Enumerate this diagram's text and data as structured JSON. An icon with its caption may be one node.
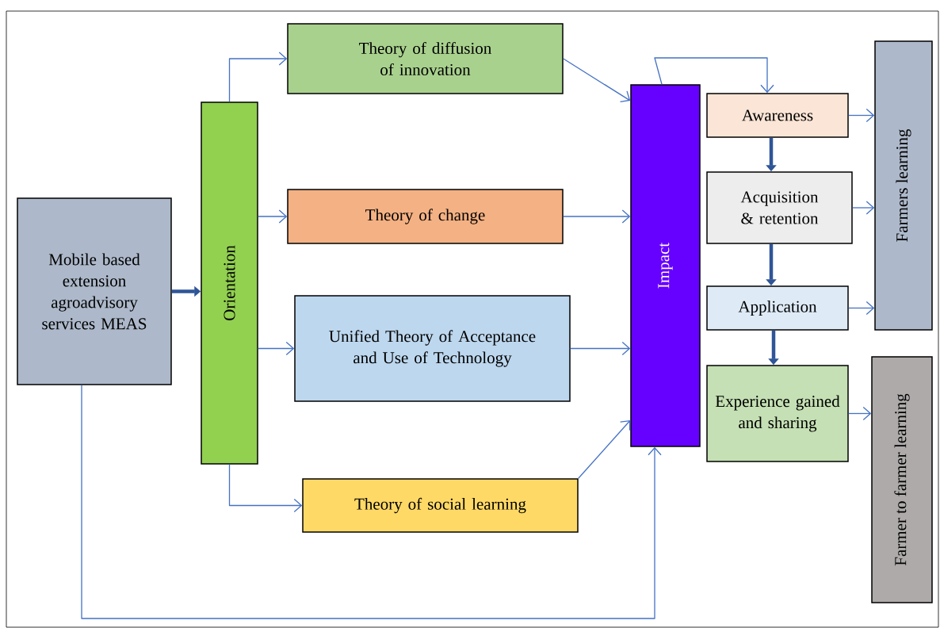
{
  "diagram": {
    "nodes": [
      {
        "text": [
          "Mobile based extension agroadvisory services MEAS"
        ]
      },
      {
        "text": [
          "Orientation"
        ]
      },
      {
        "text": [
          "Theory of diffusion of innovation"
        ]
      },
      {
        "text": [
          "Theory of change"
        ]
      },
      {
        "text": [
          "Unified Theory of Acceptance and Use of Technology"
        ]
      },
      {
        "text": [
          "Theory of social learning"
        ]
      },
      {
        "text": [
          "Impact"
        ]
      },
      {
        "text": [
          "Awareness"
        ]
      },
      {
        "text": [
          "Acquisition & retention"
        ]
      },
      {
        "text": [
          "Application"
        ]
      },
      {
        "text": [
          "Experience gained and sharing"
        ]
      },
      {
        "text": [
          "Farmers learning"
        ]
      },
      {
        "text": [
          "Farmer to farmer learning"
        ]
      }
    ],
    "edges": [
      {
        "from": 0,
        "to": 1,
        "arrow": "to",
        "style": "thick",
        "color": "#2f5597"
      },
      {
        "from": 1,
        "to": 2,
        "arrow": "to"
      },
      {
        "from": 1,
        "to": 3,
        "arrow": "to"
      },
      {
        "from": 1,
        "to": 4,
        "arrow": "to"
      },
      {
        "from": 1,
        "to": 5,
        "arrow": "to"
      },
      {
        "from": 2,
        "to": 6,
        "arrow": "to"
      },
      {
        "from": 3,
        "to": 6,
        "arrow": "to"
      },
      {
        "from": 4,
        "to": 6,
        "arrow": "to"
      },
      {
        "from": 5,
        "to": 6,
        "arrow": "to"
      },
      {
        "from": 0,
        "to": 6,
        "arrow": "to"
      },
      {
        "from": 6,
        "to": 7,
        "arrow": "to"
      },
      {
        "from": 7,
        "to": 8,
        "arrow": "to",
        "style": "thick",
        "color": "#2f5597"
      },
      {
        "from": 8,
        "to": 9,
        "arrow": "to",
        "style": "thick",
        "color": "#2f5597"
      },
      {
        "from": 9,
        "to": 10,
        "arrow": "to",
        "style": "thick",
        "color": "#2f5597"
      },
      {
        "from": 7,
        "to": 11,
        "arrow": "to"
      },
      {
        "from": 8,
        "to": 11,
        "arrow": "to"
      },
      {
        "from": 9,
        "to": 11,
        "arrow": "to"
      },
      {
        "from": 10,
        "to": 12,
        "arrow": "to"
      }
    ]
  }
}
